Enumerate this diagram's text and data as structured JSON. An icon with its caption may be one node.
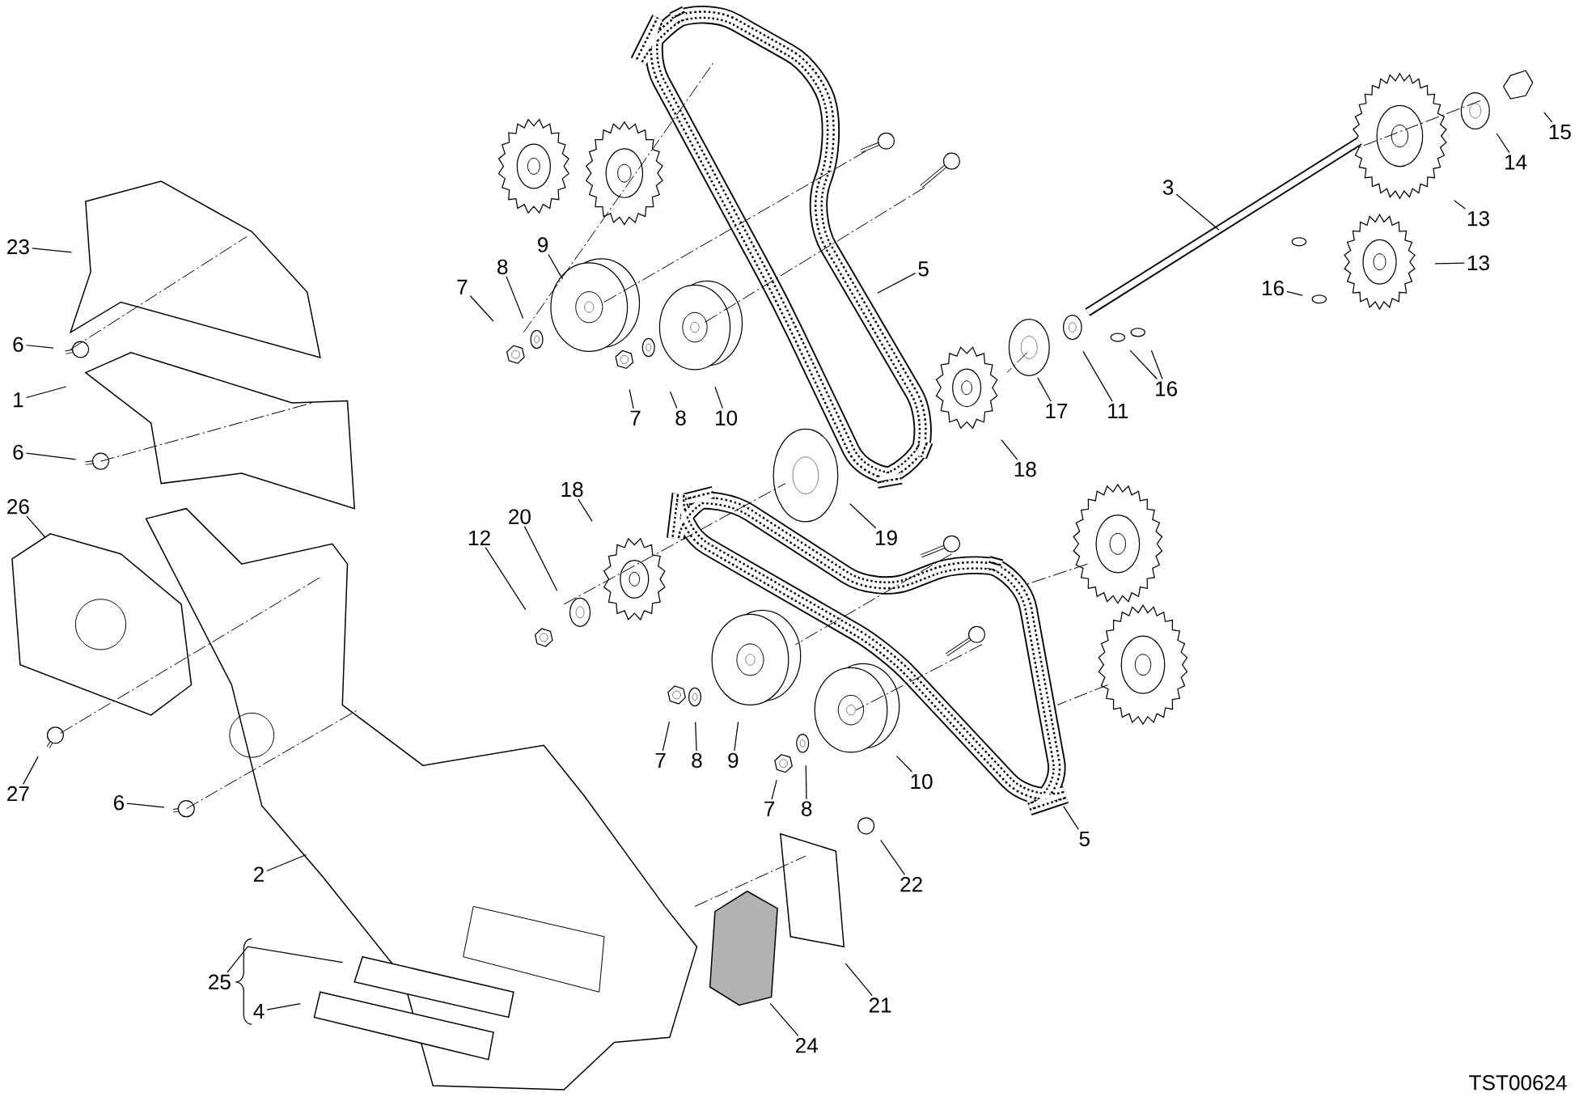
{
  "diagram": {
    "nodes": [
      {
        "text": [
          "15"
        ]
      },
      {
        "text": [
          "14"
        ]
      },
      {
        "text": [
          "3"
        ]
      },
      {
        "text": [
          "13"
        ]
      },
      {
        "text": [
          "23"
        ]
      },
      {
        "text": [
          "9"
        ]
      },
      {
        "text": [
          "8"
        ]
      },
      {
        "text": [
          "5"
        ]
      },
      {
        "text": [
          "13"
        ]
      },
      {
        "text": [
          "7"
        ]
      },
      {
        "text": [
          "16"
        ]
      },
      {
        "text": [
          "6"
        ]
      },
      {
        "text": [
          "16"
        ]
      },
      {
        "text": [
          "1"
        ]
      },
      {
        "text": [
          "11"
        ]
      },
      {
        "text": [
          "17"
        ]
      },
      {
        "text": [
          "7"
        ]
      },
      {
        "text": [
          "8"
        ]
      },
      {
        "text": [
          "10"
        ]
      },
      {
        "text": [
          "6"
        ]
      },
      {
        "text": [
          "18"
        ]
      },
      {
        "text": [
          "18"
        ]
      },
      {
        "text": [
          "26"
        ]
      },
      {
        "text": [
          "20"
        ]
      },
      {
        "text": [
          "19"
        ]
      },
      {
        "text": [
          "12"
        ]
      },
      {
        "text": [
          "7"
        ]
      },
      {
        "text": [
          "8"
        ]
      },
      {
        "text": [
          "9"
        ]
      },
      {
        "text": [
          "10"
        ]
      },
      {
        "text": [
          "27"
        ]
      },
      {
        "text": [
          "6"
        ]
      },
      {
        "text": [
          "7"
        ]
      },
      {
        "text": [
          "8"
        ]
      },
      {
        "text": [
          "5"
        ]
      },
      {
        "text": [
          "2"
        ]
      },
      {
        "text": [
          "22"
        ]
      },
      {
        "text": [
          "25"
        ]
      },
      {
        "text": [
          "21"
        ]
      },
      {
        "text": [
          "4"
        ]
      },
      {
        "text": [
          "24"
        ]
      }
    ],
    "edges": [
      {
        "from": 0,
        "to": null,
        "arrow": "none"
      },
      {
        "from": 1,
        "to": null,
        "arrow": "none"
      },
      {
        "from": 2,
        "to": null,
        "arrow": "none"
      },
      {
        "from": 3,
        "to": null,
        "arrow": "none"
      },
      {
        "from": 4,
        "to": null,
        "arrow": "none"
      },
      {
        "from": 5,
        "to": null,
        "arrow": "none"
      },
      {
        "from": 6,
        "to": null,
        "arrow": "none"
      },
      {
        "from": 7,
        "to": null,
        "arrow": "none"
      },
      {
        "from": 8,
        "to": null,
        "arrow": "none"
      },
      {
        "from": 9,
        "to": null,
        "arrow": "none"
      },
      {
        "from": 10,
        "to": null,
        "arrow": "none"
      },
      {
        "from": 11,
        "to": null,
        "arrow": "none"
      },
      {
        "from": 12,
        "to": null,
        "arrow": "none"
      },
      {
        "from": 12,
        "to": null,
        "arrow": "none"
      },
      {
        "from": 13,
        "to": null,
        "arrow": "none"
      },
      {
        "from": 14,
        "to": null,
        "arrow": "none"
      },
      {
        "from": 15,
        "to": null,
        "arrow": "none"
      },
      {
        "from": 16,
        "to": null,
        "arrow": "none"
      },
      {
        "from": 17,
        "to": null,
        "arrow": "none"
      },
      {
        "from": 18,
        "to": null,
        "arrow": "none"
      },
      {
        "from": 19,
        "to": null,
        "arrow": "none"
      },
      {
        "from": 20,
        "to": null,
        "arrow": "none"
      },
      {
        "from": 21,
        "to": null,
        "arrow": "none"
      },
      {
        "from": 22,
        "to": null,
        "arrow": "none"
      },
      {
        "from": 23,
        "to": null,
        "arrow": "none"
      },
      {
        "from": 24,
        "to": null,
        "arrow": "none"
      },
      {
        "from": 25,
        "to": null,
        "arrow": "none"
      },
      {
        "from": 26,
        "to": null,
        "arrow": "none"
      },
      {
        "from": 27,
        "to": null,
        "arrow": "none"
      },
      {
        "from": 28,
        "to": null,
        "arrow": "none"
      },
      {
        "from": 29,
        "to": null,
        "arrow": "none"
      },
      {
        "from": 30,
        "to": null,
        "arrow": "none"
      },
      {
        "from": 31,
        "to": null,
        "arrow": "none"
      },
      {
        "from": 32,
        "to": null,
        "arrow": "none"
      },
      {
        "from": 33,
        "to": null,
        "arrow": "none"
      },
      {
        "from": 34,
        "to": null,
        "arrow": "none"
      },
      {
        "from": 35,
        "to": null,
        "arrow": "none"
      },
      {
        "from": 36,
        "to": null,
        "arrow": "none"
      },
      {
        "from": 37,
        "to": null,
        "arrow": "none"
      },
      {
        "from": 38,
        "to": null,
        "arrow": "none"
      },
      {
        "from": 39,
        "to": null,
        "arrow": "none"
      },
      {
        "from": 40,
        "to": null,
        "arrow": "none"
      }
    ],
    "labels": [
      "TST00624"
    ]
  }
}
